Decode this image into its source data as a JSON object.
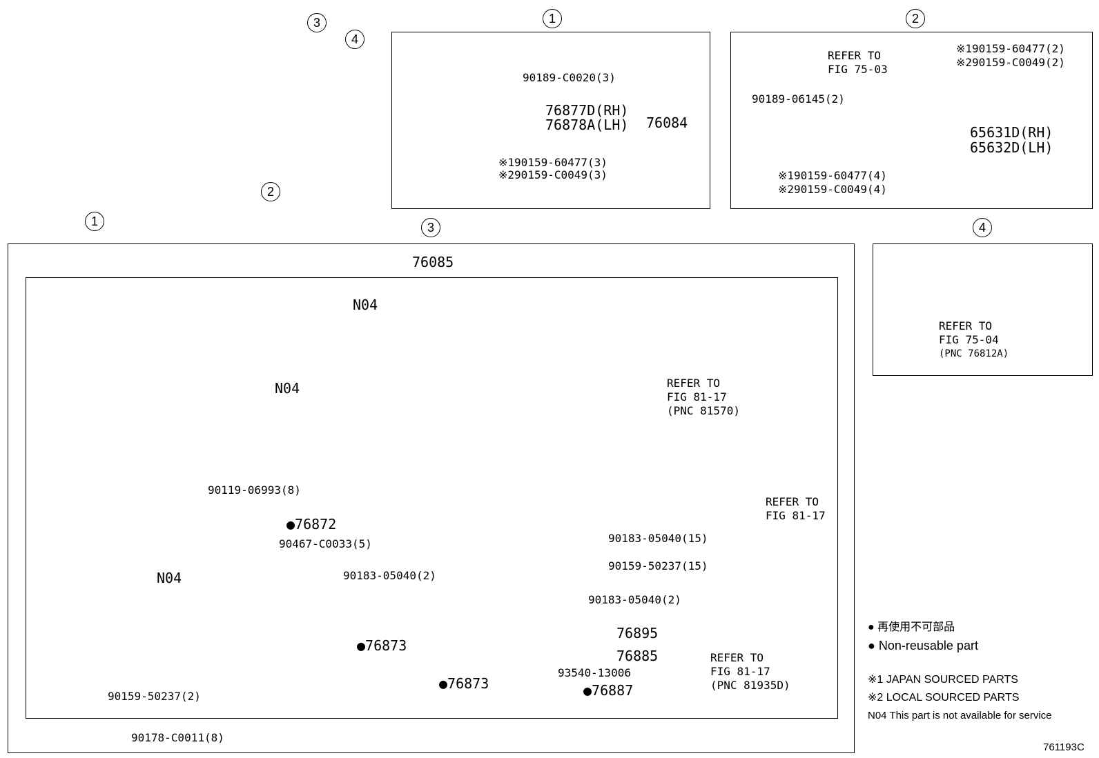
{
  "markers": {
    "m1": "1",
    "m2": "2",
    "m3": "3",
    "m4": "4"
  },
  "panel1": {
    "p_nut_top": "90189-C0020(3)",
    "p_rh": "76877D(RH)",
    "p_lh": "76878A(LH)",
    "p_assy": "76084",
    "p_bolt1": "※190159-60477(3)",
    "p_bolt2": "※290159-C0049(3)"
  },
  "panel2": {
    "ref_a": "REFER TO",
    "ref_b": "FIG 75-03",
    "bolt_a1": "※190159-60477(2)",
    "bolt_a2": "※290159-C0049(2)",
    "clip": "90189-06145(2)",
    "rh": "65631D(RH)",
    "lh": "65632D(LH)",
    "bolt_b1": "※190159-60477(4)",
    "bolt_b2": "※290159-C0049(4)"
  },
  "panel3": {
    "assy": "76085",
    "n04_top": "N04",
    "n04_mid": "N04",
    "n04_low": "N04",
    "ref1_a": "REFER TO",
    "ref1_b": "FIG 81-17",
    "ref1_c": "(PNC 81570)",
    "ref2_a": "REFER TO",
    "ref2_b": "FIG 81-17",
    "ref3_a": "REFER TO",
    "ref3_b": "FIG 81-17",
    "ref3_c": "(PNC 81935D)",
    "p_90119": "90119-06993(8)",
    "p_76872": "●76872",
    "p_90467": "90467-C0033(5)",
    "p_90183_15": "90183-05040(15)",
    "p_90159_15": "90159-50237(15)",
    "p_90183_2a": "90183-05040(2)",
    "p_90183_2b": "90183-05040(2)",
    "p_76873a": "●76873",
    "p_76873b": "●76873",
    "p_76895": "76895",
    "p_76885": "76885",
    "p_93540": "93540-13006",
    "p_76887": "●76887",
    "p_90159_2": "90159-50237(2)",
    "p_90178": "90178-C0011(8)"
  },
  "panel4": {
    "ref_a": "REFER TO",
    "ref_b": "FIG 75-04",
    "ref_c": "(PNC 76812A)"
  },
  "notes": {
    "cjk": "● 再使用不可部品",
    "nonreusable": "● Non-reusable part",
    "japan": "※1  JAPAN SOURCED PARTS",
    "local": "※2  LOCAL SOURCED PARTS",
    "n04": "N04 This part is not available for service"
  },
  "figure_id": "761193C"
}
